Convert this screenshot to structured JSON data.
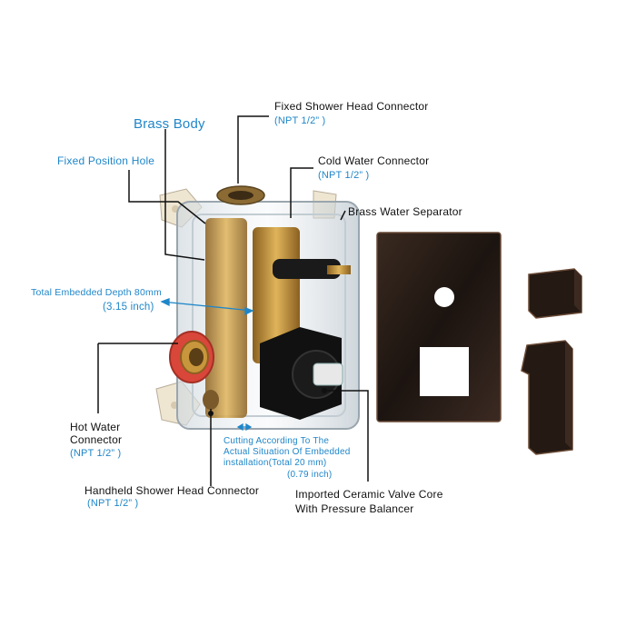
{
  "labels": {
    "brass_body": "Brass Body",
    "fixed_position_hole": "Fixed Position Hole",
    "fixed_shower_head_connector": "Fixed Shower Head Connector",
    "fixed_shower_head_size": "(NPT 1/2” )",
    "cold_water_connector": "Cold Water Connector",
    "cold_water_size": "(NPT 1/2” )",
    "brass_water_separator": "Brass Water Separator",
    "total_embedded_depth": "Total Embedded Depth 80mm",
    "total_embedded_depth_inch": "(3.15 inch)",
    "hot_water_connector_line1": "Hot Water",
    "hot_water_connector_line2": "Connector",
    "hot_water_size": "(NPT 1/2” )",
    "cutting_line1": "Cutting According To The",
    "cutting_line2": "Actual Situation Of Embedded",
    "cutting_line3": "installation(Total 20 mm)",
    "cutting_inch": "(0.79 inch)",
    "handheld_shower_head_connector": "Handheld Shower Head Connector",
    "handheld_size": "(NPT 1/2” )",
    "valve_core_line1": "Imported Ceramic Valve Core",
    "valve_core_line2": "With Pressure Balancer"
  },
  "colors": {
    "accent_blue": "#1f86c9",
    "finish_bronze": "#2a1e18",
    "brass": "#c89a3c",
    "bracket_cream": "#efe6d2"
  }
}
